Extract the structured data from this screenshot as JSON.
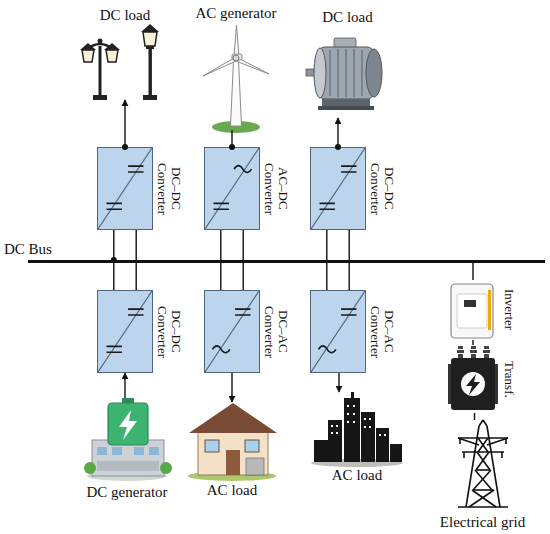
{
  "diagram": {
    "nodes": [
      {
        "text": [
          "DC load"
        ]
      },
      {
        "text": [
          "AC generator"
        ]
      },
      {
        "text": [
          "DC load"
        ]
      },
      {
        "text": [
          "DC–DC Converter"
        ]
      },
      {
        "text": [
          "AC–DC Converter"
        ]
      },
      {
        "text": [
          "DC–DC Converter"
        ]
      },
      {
        "text": [
          "DC Bus"
        ]
      },
      {
        "text": [
          "DC–DC Converter"
        ]
      },
      {
        "text": [
          "DC–AC Converter"
        ]
      },
      {
        "text": [
          "DC–AC Converter"
        ]
      },
      {
        "text": [
          "Inverter"
        ]
      },
      {
        "text": [
          "Transf."
        ]
      },
      {
        "text": [
          "DC generator"
        ]
      },
      {
        "text": [
          "AC load"
        ]
      },
      {
        "text": [
          "AC load"
        ]
      },
      {
        "text": [
          "Electrical grid"
        ]
      }
    ],
    "edges": [
      {
        "from": 3,
        "to": 0,
        "arrow": "to"
      },
      {
        "from": 1,
        "to": 4,
        "arrow": "none"
      },
      {
        "from": 5,
        "to": 2,
        "arrow": "to"
      },
      {
        "from": 3,
        "to": 6,
        "arrow": "none"
      },
      {
        "from": 4,
        "to": 6,
        "arrow": "none"
      },
      {
        "from": 5,
        "to": 6,
        "arrow": "none"
      },
      {
        "from": 6,
        "to": 7,
        "arrow": "none"
      },
      {
        "from": 6,
        "to": 8,
        "arrow": "none"
      },
      {
        "from": 6,
        "to": 9,
        "arrow": "none"
      },
      {
        "from": 12,
        "to": 7,
        "arrow": "to"
      },
      {
        "from": 8,
        "to": 13,
        "arrow": "to"
      },
      {
        "from": 9,
        "to": 14,
        "arrow": "to"
      },
      {
        "from": 6,
        "to": 10,
        "arrow": "none"
      },
      {
        "from": 10,
        "to": 11,
        "arrow": "none"
      },
      {
        "from": 11,
        "to": 15,
        "arrow": "none"
      }
    ]
  }
}
